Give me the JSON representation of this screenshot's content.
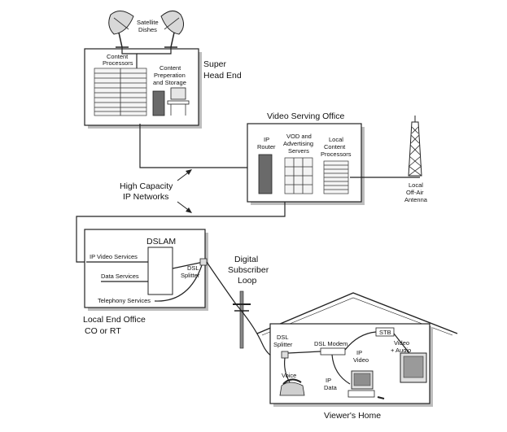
{
  "labels": {
    "satellite": [
      "Satellite",
      "Dishes"
    ],
    "content_processors": [
      "Content",
      "Processors"
    ],
    "content_prep": [
      "Content",
      "Preperation",
      "and Storage"
    ],
    "super_head_end": [
      "Super",
      "Head End"
    ],
    "video_serving_office": "Video Serving Office",
    "ip_router": [
      "IP",
      "Router"
    ],
    "vod_servers": [
      "VOD and",
      "Advertising",
      "Servers"
    ],
    "local_content": [
      "Local",
      "Content",
      "Processors"
    ],
    "antenna": [
      "Local",
      "Off-Air",
      "Antenna"
    ],
    "high_capacity": [
      "High Capacity",
      "IP Networks"
    ],
    "dslam": "DSLAM",
    "ip_video_services": "IP Video Services",
    "data_services": "Data Services",
    "telephony_services": "Telephony Services",
    "dsl_splitter_office": [
      "DSL",
      "Splitter"
    ],
    "digital_subscriber_loop": [
      "Digital",
      "Subscriber",
      "Loop"
    ],
    "local_end_office": [
      "Local End Office",
      "CO or RT"
    ],
    "dsl_splitter_home": [
      "DSL",
      "Splitter"
    ],
    "dsl_modem": "DSL Modem",
    "stb": "STB",
    "ip_video": [
      "IP",
      "Video"
    ],
    "video_audio": [
      "Video",
      "+ Audio"
    ],
    "voice": "Voice",
    "ip_data": [
      "IP",
      "Data"
    ],
    "viewers_home": "Viewer's Home"
  }
}
